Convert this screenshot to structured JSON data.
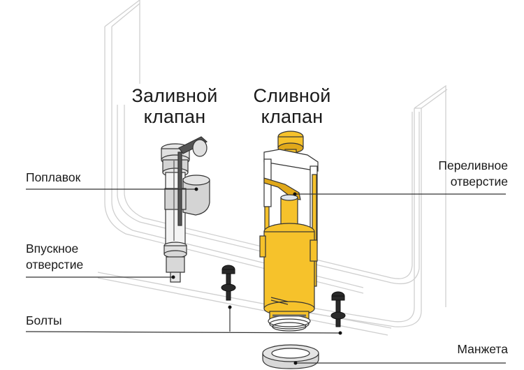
{
  "titles": {
    "fill_valve": [
      "Заливной",
      "клапан"
    ],
    "drain_valve": [
      "Сливной",
      "клапан"
    ]
  },
  "labels": {
    "float": "Поплавок",
    "inlet": [
      "Впускное",
      "отверстие"
    ],
    "overflow": [
      "Переливное",
      "отверстие"
    ],
    "bolts": "Болты",
    "gasket": "Манжета"
  },
  "colors": {
    "drain_valve_yellow": "#f6c22b",
    "drain_valve_shade": "#e0a81a",
    "fill_valve_gray": "#d9d9d9",
    "bolt_black": "#2a2a2a",
    "tank_outline": "#cfcfcf",
    "leader_line": "#333333",
    "text": "#1a1a1a"
  }
}
